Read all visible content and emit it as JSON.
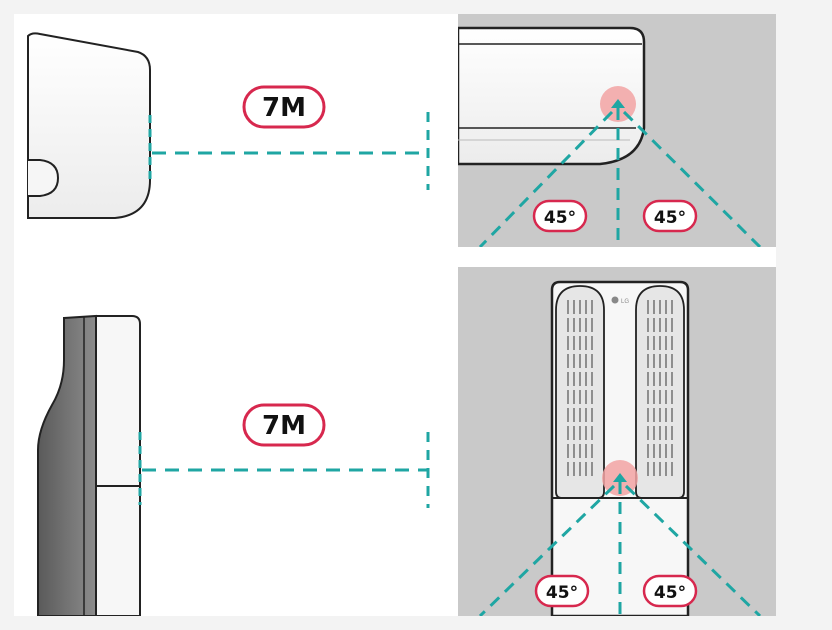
{
  "top_diagram": {
    "distance_label": "7M",
    "angle_left_label": "45°",
    "angle_right_label": "45°"
  },
  "bottom_diagram": {
    "distance_label": "7M",
    "angle_left_label": "45°",
    "angle_right_label": "45°",
    "brand_logo_text": "LG"
  },
  "colors": {
    "pill_border": "#d7284e",
    "dash": "#1fa6a3",
    "sensor": "#f2a3a3",
    "panel_bg": "#c9c9c9",
    "outline": "#222222"
  }
}
